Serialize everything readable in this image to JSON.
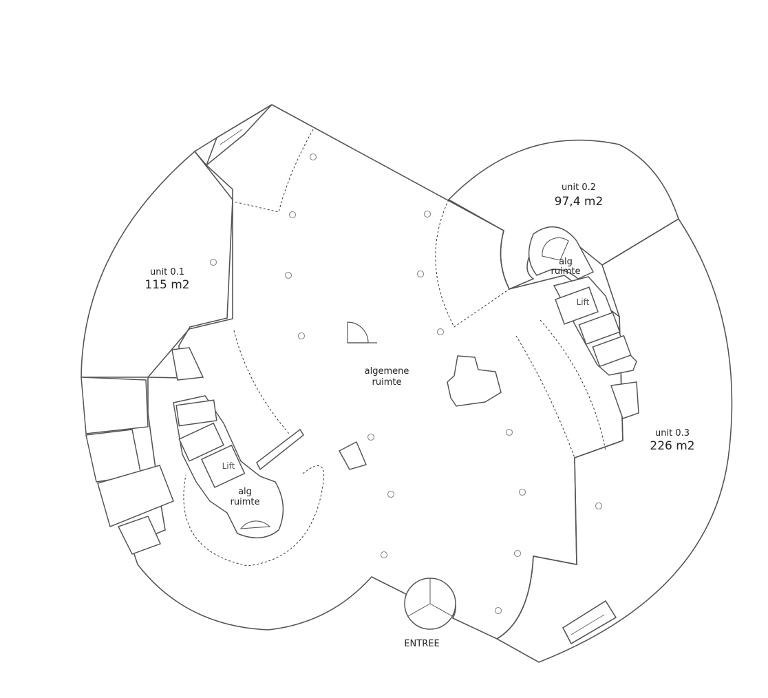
{
  "units": [
    {
      "id": "unit-0-1",
      "name": "unit 0.1",
      "area": "115 m2",
      "color": "#e8f4e3"
    },
    {
      "id": "unit-0-2",
      "name": "unit 0.2",
      "area": "97,4 m2",
      "color": "#e3f6f8"
    },
    {
      "id": "unit-0-3",
      "name": "unit 0.3",
      "area": "226 m2",
      "color": "#e8f4e3"
    }
  ],
  "common_area": {
    "line1": "algemene",
    "line2": "ruimte",
    "color": "#ececec"
  },
  "core_right": {
    "line1": "alg",
    "line2": "ruimte",
    "lift": "Lift"
  },
  "core_left": {
    "line1": "alg",
    "line2": "ruimte",
    "lift": "Lift"
  },
  "entrance": {
    "label": "ENTREE"
  }
}
